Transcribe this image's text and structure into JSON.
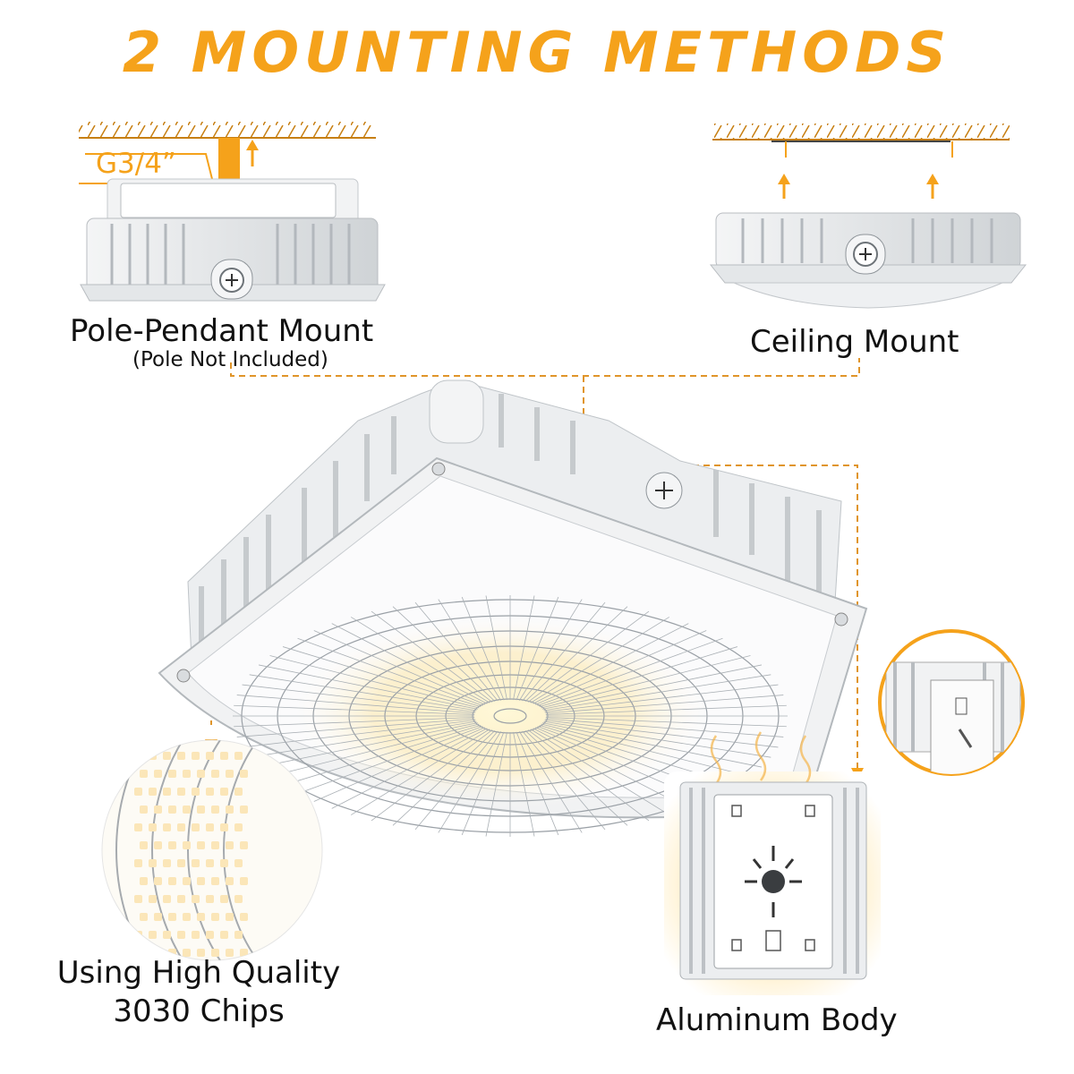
{
  "title": "2 MOUNTING METHODS",
  "pole_mount": {
    "thread_label": "G3/4”",
    "label": "Pole-Pendant Mount",
    "note": "(Pole Not Included)"
  },
  "ceiling_mount": {
    "label": "Ceiling Mount"
  },
  "chips": {
    "line1": "Using High Quality",
    "line2": "3030 Chips"
  },
  "body": {
    "label": "Aluminum Body"
  },
  "colors": {
    "accent": "#f5a21b",
    "dash": "#e0952a",
    "housing": "#e9ecee",
    "housing_dark": "#c9cdd1"
  }
}
